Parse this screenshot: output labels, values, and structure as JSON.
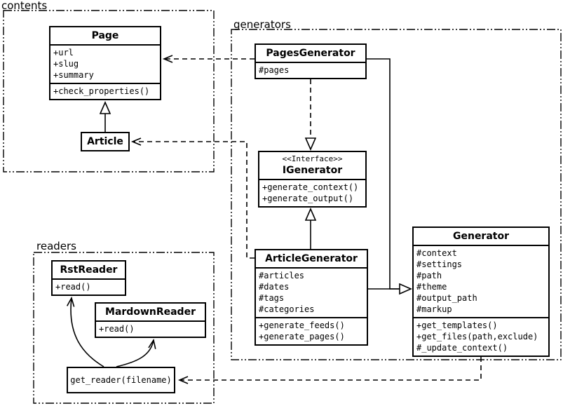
{
  "colors": {
    "line": "#000000",
    "background": "#ffffff",
    "box_fill": "#ffffff"
  },
  "packages": {
    "contents": {
      "label": "contents"
    },
    "generators": {
      "label": "generators"
    },
    "readers": {
      "label": "readers"
    }
  },
  "classes": {
    "page": {
      "name": "Page",
      "attributes": [
        "+url",
        "+slug",
        "+summary"
      ],
      "methods": [
        "+check_properties()"
      ]
    },
    "article": {
      "name": "Article"
    },
    "pages_generator": {
      "name": "PagesGenerator",
      "attributes": [
        "#pages"
      ]
    },
    "igenerator": {
      "stereotype": "<<Interface>>",
      "name": "IGenerator",
      "methods": [
        "+generate_context()",
        "+generate_output()"
      ]
    },
    "article_generator": {
      "name": "ArticleGenerator",
      "attributes": [
        "#articles",
        "#dates",
        "#tags",
        "#categories"
      ],
      "methods": [
        "+generate_feeds()",
        "+generate_pages()"
      ]
    },
    "generator": {
      "name": "Generator",
      "attributes": [
        "#context",
        "#settings",
        "#path",
        "#theme",
        "#output_path",
        "#markup"
      ],
      "methods": [
        "+get_templates()",
        "+get_files(path,exclude)",
        "#_update_context()"
      ]
    },
    "rst_reader": {
      "name": "RstReader",
      "methods": [
        "+read()"
      ]
    },
    "mardown_reader": {
      "name": "MardownReader",
      "methods": [
        "+read()"
      ]
    },
    "get_reader": {
      "name": "get_reader(filename)"
    }
  }
}
